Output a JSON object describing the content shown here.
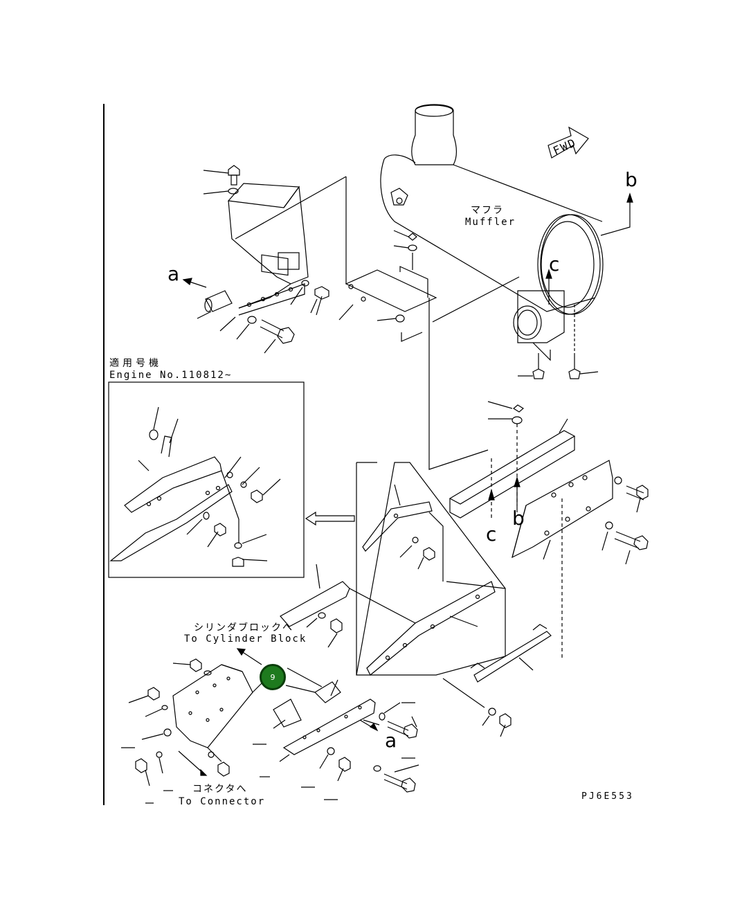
{
  "muffler": {
    "jp": "マフラ",
    "en": "Muffler"
  },
  "fwd": "FWD",
  "serial": {
    "jp": "適用号機",
    "en": "Engine No.110812~"
  },
  "cylinder_block": {
    "jp": "シリンダブロックへ",
    "en": "To Cylinder Block"
  },
  "connector": {
    "jp": "コネクタへ",
    "en": "To Connector"
  },
  "drawing_id": "PJ6E553",
  "callout": {
    "number": "9",
    "color": "#1e7a1e"
  },
  "letters": {
    "a": "a",
    "b": "b",
    "c": "c"
  }
}
